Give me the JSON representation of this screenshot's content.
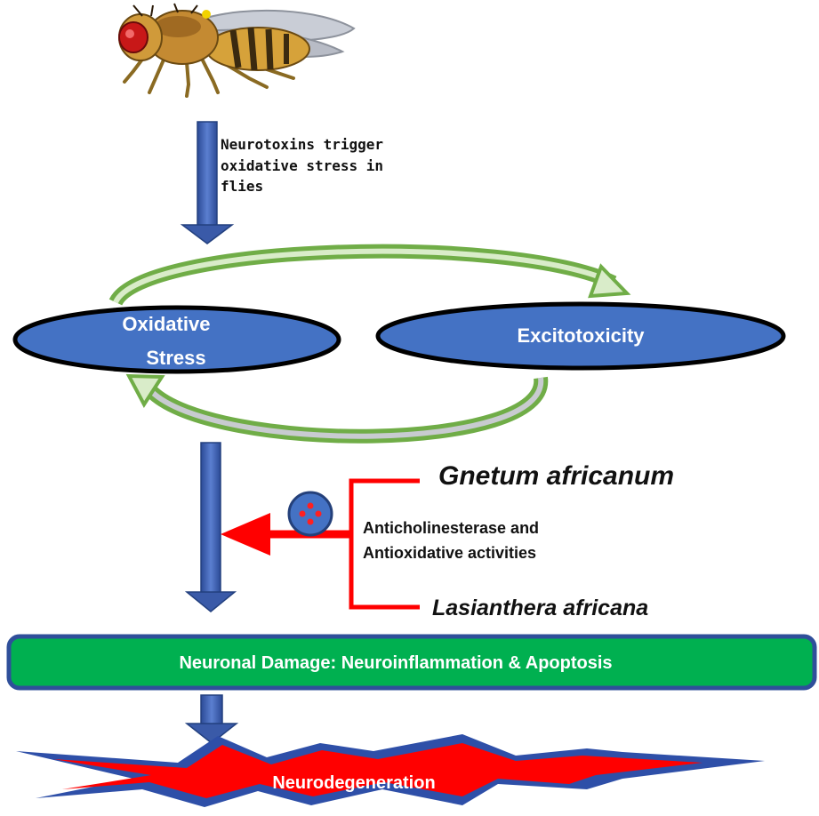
{
  "trigger_text": {
    "line1": "Neurotoxins trigger",
    "line2": "oxidative stress in",
    "line3": "flies"
  },
  "nodes": {
    "oxidative_stress": {
      "line1": "Oxidative",
      "line2": "Stress"
    },
    "excitotoxicity": "Excitotoxicity"
  },
  "plants": {
    "plant1": "Gnetum africanum",
    "plant2": "Lasianthera africana",
    "activity_line1": "Anticholinesterase and",
    "activity_line2": "Antioxidative activities"
  },
  "damage_box": "Neuronal Damage: Neuroinflammation & Apoptosis",
  "outcome": "Neurodegeneration",
  "colors": {
    "blue_arrow": "#3f5fae",
    "node_fill": "#4472c4",
    "cycle_arrow": "#70ad47",
    "inhibit_red": "#ff0000",
    "damage_fill": "#00b050",
    "damage_border": "#2f4f9a",
    "burst_red": "#ff0000",
    "burst_blue": "#2e4fa8"
  },
  "icons": [
    "fruit-fly-icon",
    "inhibitor-molecule-icon"
  ]
}
